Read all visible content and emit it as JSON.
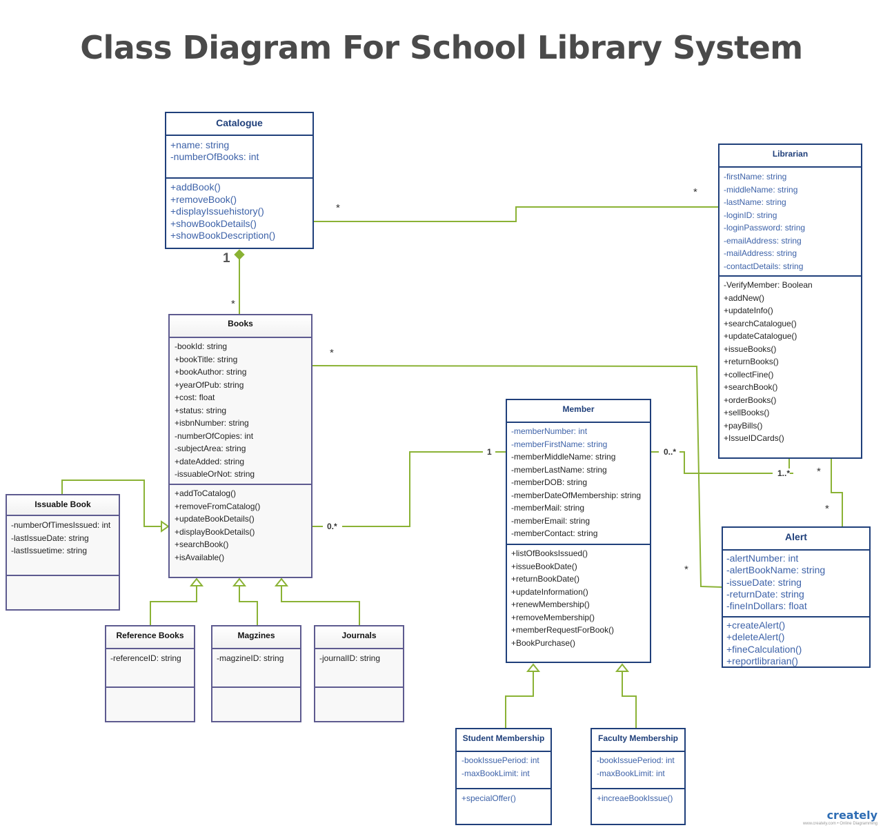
{
  "title": "Class Diagram For School Library System",
  "colors": {
    "connector": "#8ab234",
    "navy": "#1f3f7a",
    "purple": "#5d5a8f",
    "title": "#4a4a4a"
  },
  "classes": {
    "catalogue": {
      "name": "Catalogue",
      "attributes": [
        "+name: string",
        "-numberOfBooks: int"
      ],
      "methods": [
        "+addBook()",
        "+removeBook()",
        "+displayIssuehistory()",
        "+showBookDetails()",
        "+showBookDescription()"
      ]
    },
    "librarian": {
      "name": "Librarian",
      "attributes": [
        "-firstName: string",
        "-middleName: string",
        "-lastName: string",
        "-loginID: string",
        "-loginPassword: string",
        "-emailAddress: string",
        "-mailAddress: string",
        "-contactDetails: string"
      ],
      "methods": [
        "-VerifyMember: Boolean",
        "+addNew()",
        "+updateInfo()",
        "+searchCatalogue()",
        "+updateCatalogue()",
        "+issueBooks()",
        "+returnBooks()",
        "+collectFine()",
        "+searchBook()",
        "+orderBooks()",
        "+sellBooks()",
        "+payBills()",
        "+IssueIDCards()"
      ]
    },
    "books": {
      "name": "Books",
      "attributes": [
        "-bookId: string",
        "+bookTitle: string",
        "+bookAuthor: string",
        "+yearOfPub: string",
        "+cost: float",
        "+status: string",
        "+isbnNumber: string",
        "-numberOfCopies: int",
        "-subjectArea: string",
        "+dateAdded: string",
        "-issuableOrNot: string"
      ],
      "methods": [
        "+addToCatalog()",
        "+removeFromCatalog()",
        "+updateBookDetails()",
        "+displayBookDetails()",
        "+searchBook()",
        "+isAvailable()"
      ]
    },
    "issuable_book": {
      "name": "Issuable Book",
      "attributes": [
        "-numberOfTimesIssued: int",
        "-lastIssueDate: string",
        "-lastIssuetime: string"
      ],
      "methods": []
    },
    "member": {
      "name": "Member",
      "attributes": [
        "-memberNumber: int",
        "-memberFirstName: string",
        "-memberMiddleName: string",
        "-memberLastName: string",
        "-memberDOB: string",
        "-memberDateOfMembership: string",
        "-memberMail: string",
        "-memberEmail: string",
        "-memberContact: string"
      ],
      "methods": [
        "+listOfBooksIssued()",
        "+issueBookDate()",
        "+returnBookDate()",
        "+updateInformation()",
        "+renewMembership()",
        "+removeMembership()",
        "+memberRequestForBook()",
        "+BookPurchase()"
      ]
    },
    "alert": {
      "name": "Alert",
      "attributes": [
        "-alertNumber: int",
        "-alertBookName: string",
        "-issueDate: string",
        "-returnDate: string",
        "-fineInDollars: float"
      ],
      "methods": [
        "+createAlert()",
        "+deleteAlert()",
        "+fineCalculation()",
        "+reportlibrarian()"
      ]
    },
    "reference_books": {
      "name": "Reference Books",
      "attributes": [
        "-referenceID: string"
      ],
      "methods": []
    },
    "magazines": {
      "name": "Magzines",
      "attributes": [
        "-magzineID: string"
      ],
      "methods": []
    },
    "journals": {
      "name": "Journals",
      "attributes": [
        "-journalID: string"
      ],
      "methods": []
    },
    "student_membership": {
      "name": "Student Membership",
      "attributes": [
        "-bookIssuePeriod: int",
        "-maxBookLimit: int"
      ],
      "methods": [
        "+specialOffer()"
      ]
    },
    "faculty_membership": {
      "name": "Faculty Membership",
      "attributes": [
        "-bookIssuePeriod: int",
        "-maxBookLimit: int"
      ],
      "methods": [
        "+increaeBookIssue()"
      ]
    }
  },
  "multiplicities": {
    "catalogue_librarian_catalogue": "*",
    "catalogue_librarian_librarian": "*",
    "catalogue_books_catalogue": "1",
    "catalogue_books_books": "*",
    "books_alert_books": "*",
    "books_alert_alert": "*",
    "books_member_books": "0.*",
    "books_member_member": "1",
    "member_librarian_member": "0..*",
    "member_librarian_librarian": "1..*",
    "librarian_alert_librarian": "*",
    "librarian_alert_alert": "*"
  },
  "brand": {
    "name": "creately",
    "tagline": "www.creately.com • Online Diagramming"
  }
}
